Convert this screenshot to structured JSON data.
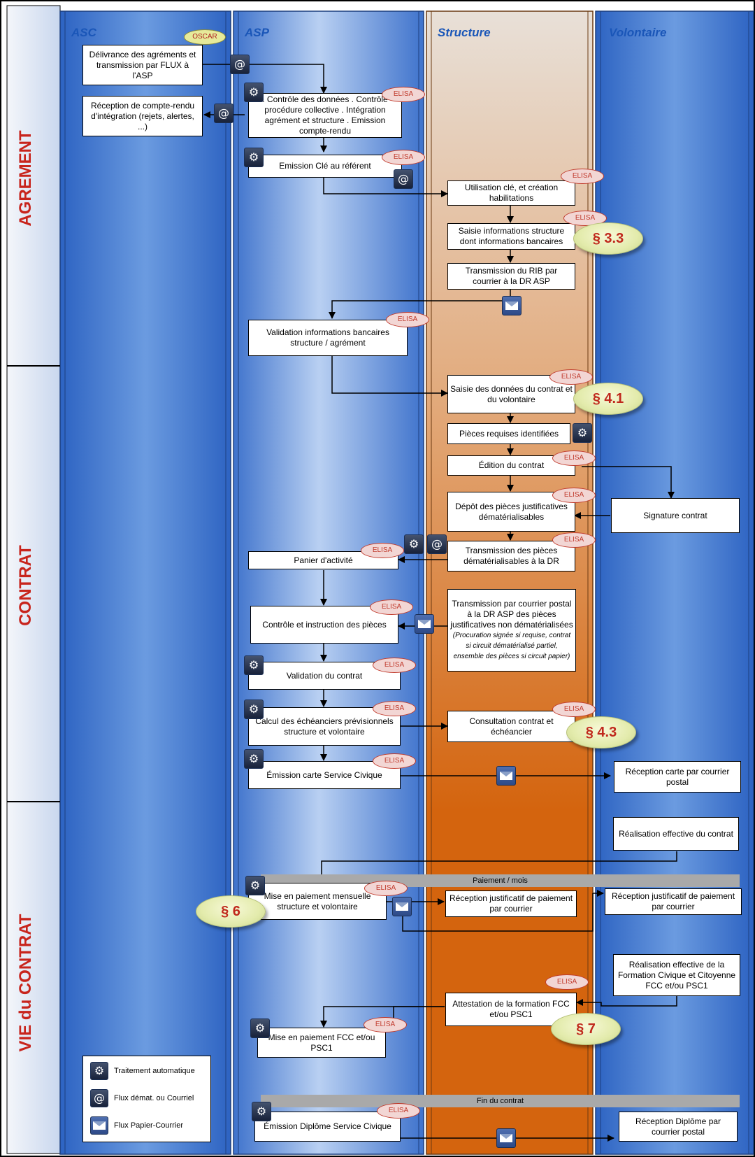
{
  "phases": [
    "AGREMENT",
    "CONTRAT",
    "VIE du CONTRAT"
  ],
  "lanes": [
    "ASC",
    "ASP",
    "Structure",
    "Volontaire"
  ],
  "tags": {
    "oscar": "OSCAR",
    "elisa": "ELISA"
  },
  "refs": {
    "r33": "§ 3.3",
    "r41": "§ 4.1",
    "r43": "§ 4.3",
    "r6": "§ 6",
    "r7": "§ 7"
  },
  "boxes": {
    "delivrance": "Délivrance des agréments et transmission par FLUX à l'ASP",
    "reception_cr": "Réception de compte-rendu d'intégration (rejets, alertes, ...)",
    "controle_donnees": ". Contrôle des données . Contrôle procédure collective . Intégration agrément et structure . Emission compte-rendu",
    "emission_cle": "Emission Clé au référent",
    "utilisation_cle": "Utilisation clé, et création habilitations",
    "saisie_structure": "Saisie informations structure dont informations bancaires",
    "transmission_rib": "Transmission du RIB par courrier à la DR ASP",
    "validation_bancaires": "Validation informations bancaires structure / agrément",
    "saisie_contrat": "Saisie des données du contrat et du volontaire",
    "pieces_requises": "Pièces requises identifiées",
    "edition_contrat": "Édition du contrat",
    "signature_contrat": "Signature contrat",
    "depot_pieces": "Dépôt des pièces justificatives dématérialisables",
    "transmission_pieces": "Transmission des pièces dématérialisables à la DR",
    "panier_activite": "Panier d'activité",
    "transmission_courrier": "Transmission par courrier postal à la DR ASP des pièces justificatives non dématérialisées",
    "transmission_courrier_detail": "(Procuration signée si requise, contrat si circuit dématérialisé partiel, ensemble des pièces si circuit papier)",
    "controle_pieces": "Contrôle et instruction des pièces",
    "validation_contrat": "Validation du contrat",
    "calcul_echeanciers": "Calcul des échéanciers prévisionnels structure et volontaire",
    "consultation_contrat": "Consultation contrat et échéancier",
    "emission_carte": "Émission carte Service Civique",
    "reception_carte": "Réception carte par courrier postal",
    "realisation_contrat": "Réalisation effective du contrat",
    "mise_paiement": "Mise en paiement mensuelle structure et volontaire",
    "reception_justif_structure": "Réception justificatif de paiement par courrier",
    "reception_justif_volontaire": "Réception justificatif de paiement par courrier",
    "realisation_fcc": "Réalisation effective de la Formation Civique et Citoyenne FCC et/ou PSC1",
    "attestation_fcc": "Attestation de la formation FCC et/ou PSC1",
    "mise_paiement_fcc": "Mise en paiement FCC et/ou PSC1",
    "emission_diplome": "Émission Diplôme Service Civique",
    "reception_diplome": "Réception Diplôme par courrier postal"
  },
  "bars": {
    "paiement": "Paiement / mois",
    "fin": "Fin du contrat"
  },
  "legend": {
    "auto": "Traitement automatique",
    "flux": "Flux démat. ou Courriel",
    "papier": "Flux Papier-Courrier"
  },
  "icons": {
    "gear": "gear-icon",
    "at": "at-icon",
    "mail": "mail-icon"
  },
  "colors": {
    "lane_blue": "#4f86d6",
    "structure_orange": "#d4640e",
    "phase_red": "#c8241c",
    "elisa_red": "#c0392b"
  }
}
